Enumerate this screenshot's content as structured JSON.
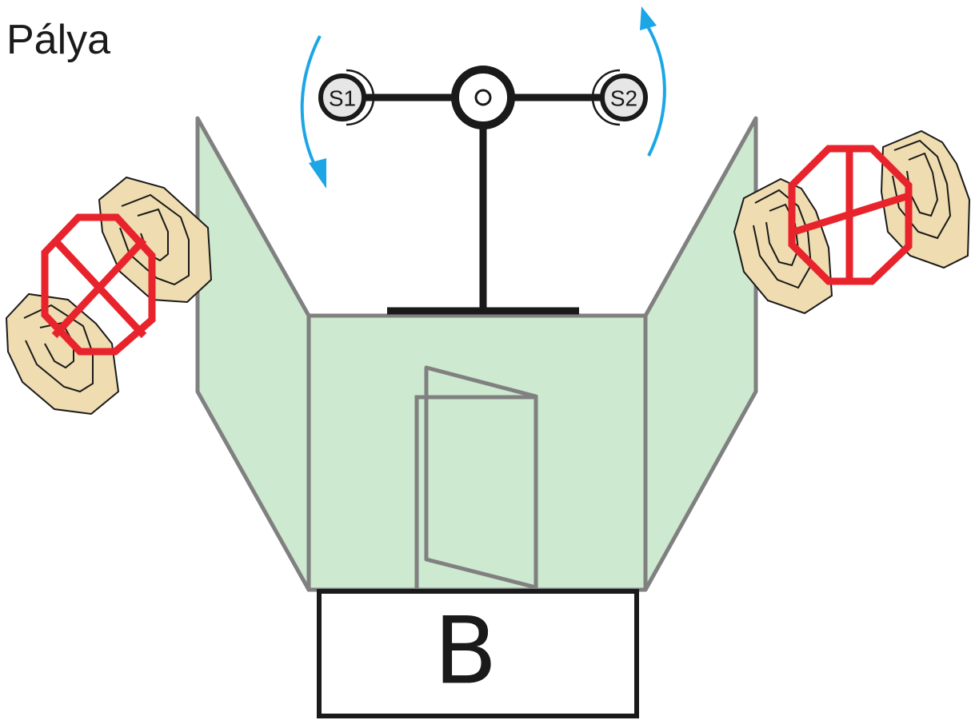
{
  "title": "Pálya",
  "swinger": {
    "left_plate_label": "S1",
    "right_plate_label": "S2"
  },
  "box_label": "B",
  "colors": {
    "wall": "#cde9cf",
    "wall_stroke": "#808080",
    "target": "#efdcb0",
    "no_shoot": "#e8232c",
    "rotation_arrow": "#1ca6e6"
  }
}
